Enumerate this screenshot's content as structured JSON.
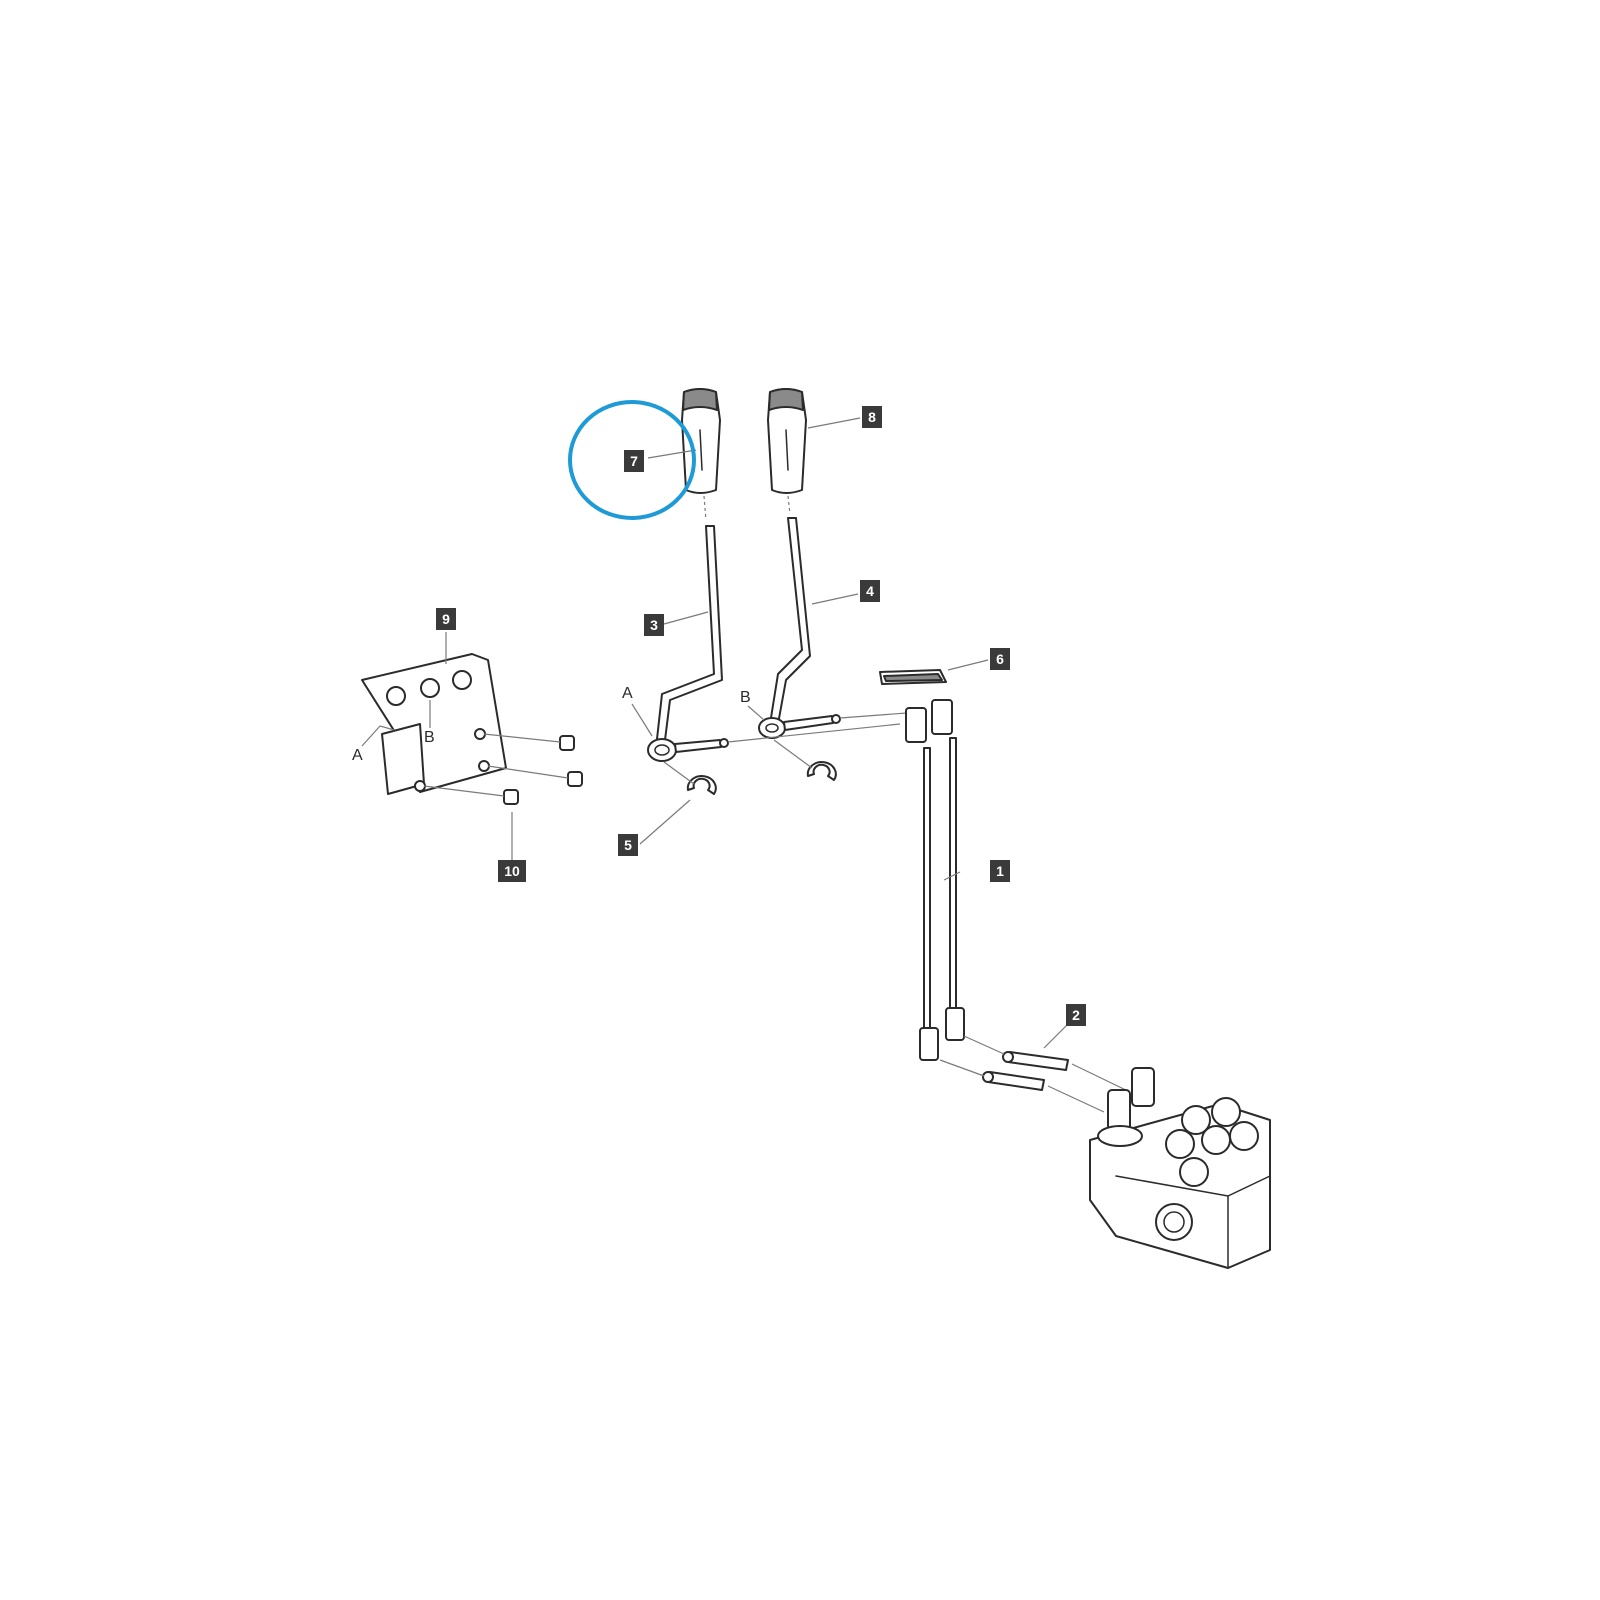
{
  "callouts": {
    "c1": "1",
    "c2": "2",
    "c3": "3",
    "c4": "4",
    "c5": "5",
    "c6": "6",
    "c7": "7",
    "c8": "8",
    "c9": "9",
    "c10": "10"
  },
  "letters": {
    "lever_a": "A",
    "lever_b": "B",
    "plate_a": "A",
    "plate_b": "B"
  },
  "colors": {
    "highlight": "#1e9bd7",
    "callout_box": "#3a3a3a",
    "line": "#2b2b2b"
  },
  "highlighted_part": "7"
}
